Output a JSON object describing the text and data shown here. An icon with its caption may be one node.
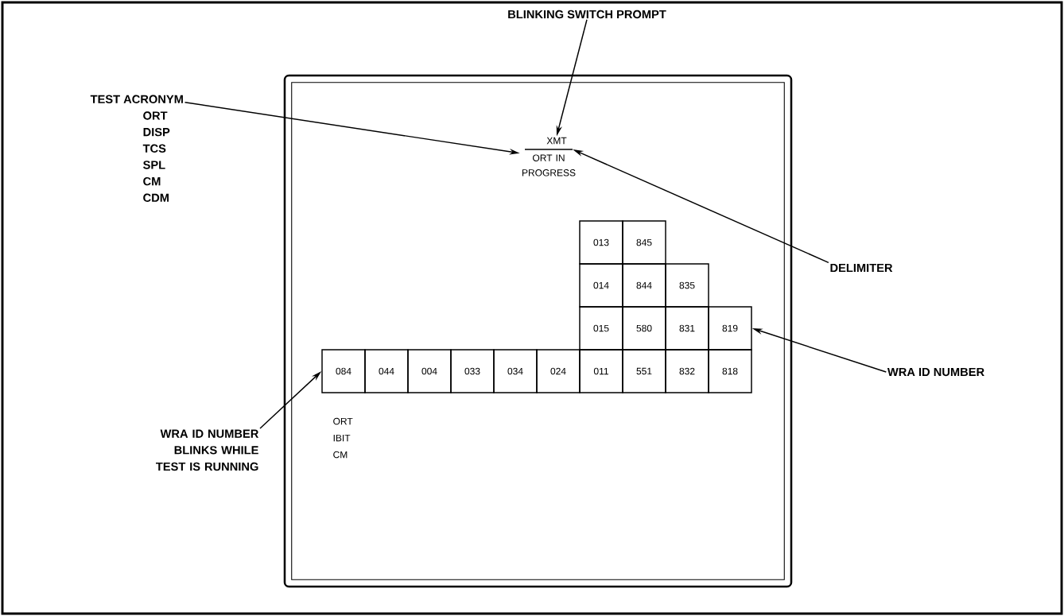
{
  "diagram": {
    "nodes": [
      {
        "text": [],
        "shape": "box"
      },
      {
        "text": [
          "TEST ACRONYM",
          "ORT",
          "DISP",
          "TCS",
          "SPL",
          "CM",
          "CDM"
        ]
      },
      {
        "text": [
          "BLINKING SWITCH PROMPT"
        ]
      },
      {
        "text": [
          "XMT"
        ],
        "in": 0
      },
      {
        "text": [],
        "shape": "bar",
        "in": 0
      },
      {
        "text": [
          "ORT IN PROGRESS"
        ],
        "in": 0
      },
      {
        "text": [
          "013"
        ],
        "in": 0
      },
      {
        "text": [
          "845"
        ],
        "in": 0
      },
      {
        "text": [
          "014"
        ],
        "in": 0
      },
      {
        "text": [
          "844"
        ],
        "in": 0
      },
      {
        "text": [
          "835"
        ],
        "in": 0
      },
      {
        "text": [
          "015"
        ],
        "in": 0
      },
      {
        "text": [
          "580"
        ],
        "in": 0
      },
      {
        "text": [
          "831"
        ],
        "in": 0
      },
      {
        "text": [
          "819"
        ],
        "in": 0
      },
      {
        "text": [
          "084"
        ],
        "in": 0
      },
      {
        "text": [
          "044"
        ],
        "in": 0
      },
      {
        "text": [
          "004"
        ],
        "in": 0
      },
      {
        "text": [
          "033"
        ],
        "in": 0
      },
      {
        "text": [
          "034"
        ],
        "in": 0
      },
      {
        "text": [
          "024"
        ],
        "in": 0
      },
      {
        "text": [
          "011"
        ],
        "in": 0
      },
      {
        "text": [
          "551"
        ],
        "in": 0
      },
      {
        "text": [
          "832"
        ],
        "in": 0
      },
      {
        "text": [
          "818"
        ],
        "in": 0
      },
      {
        "text": [
          "DELIMITER"
        ]
      },
      {
        "text": [
          "WRA ID NUMBER"
        ]
      },
      {
        "text": [
          "WRA ID NUMBER BLINKS WHILE TEST IS RUNNING"
        ]
      }
    ],
    "edges": [
      {
        "from": 1,
        "to": 5,
        "arrow": "to"
      },
      {
        "from": 2,
        "to": 3,
        "arrow": "to"
      },
      {
        "from": 25,
        "to": 4,
        "arrow": "to"
      },
      {
        "from": 26,
        "to": 14,
        "arrow": "to"
      },
      {
        "from": 27,
        "to": 15,
        "arrow": "to"
      }
    ],
    "labels": [
      "ORT",
      "IBIT",
      "CM"
    ]
  }
}
